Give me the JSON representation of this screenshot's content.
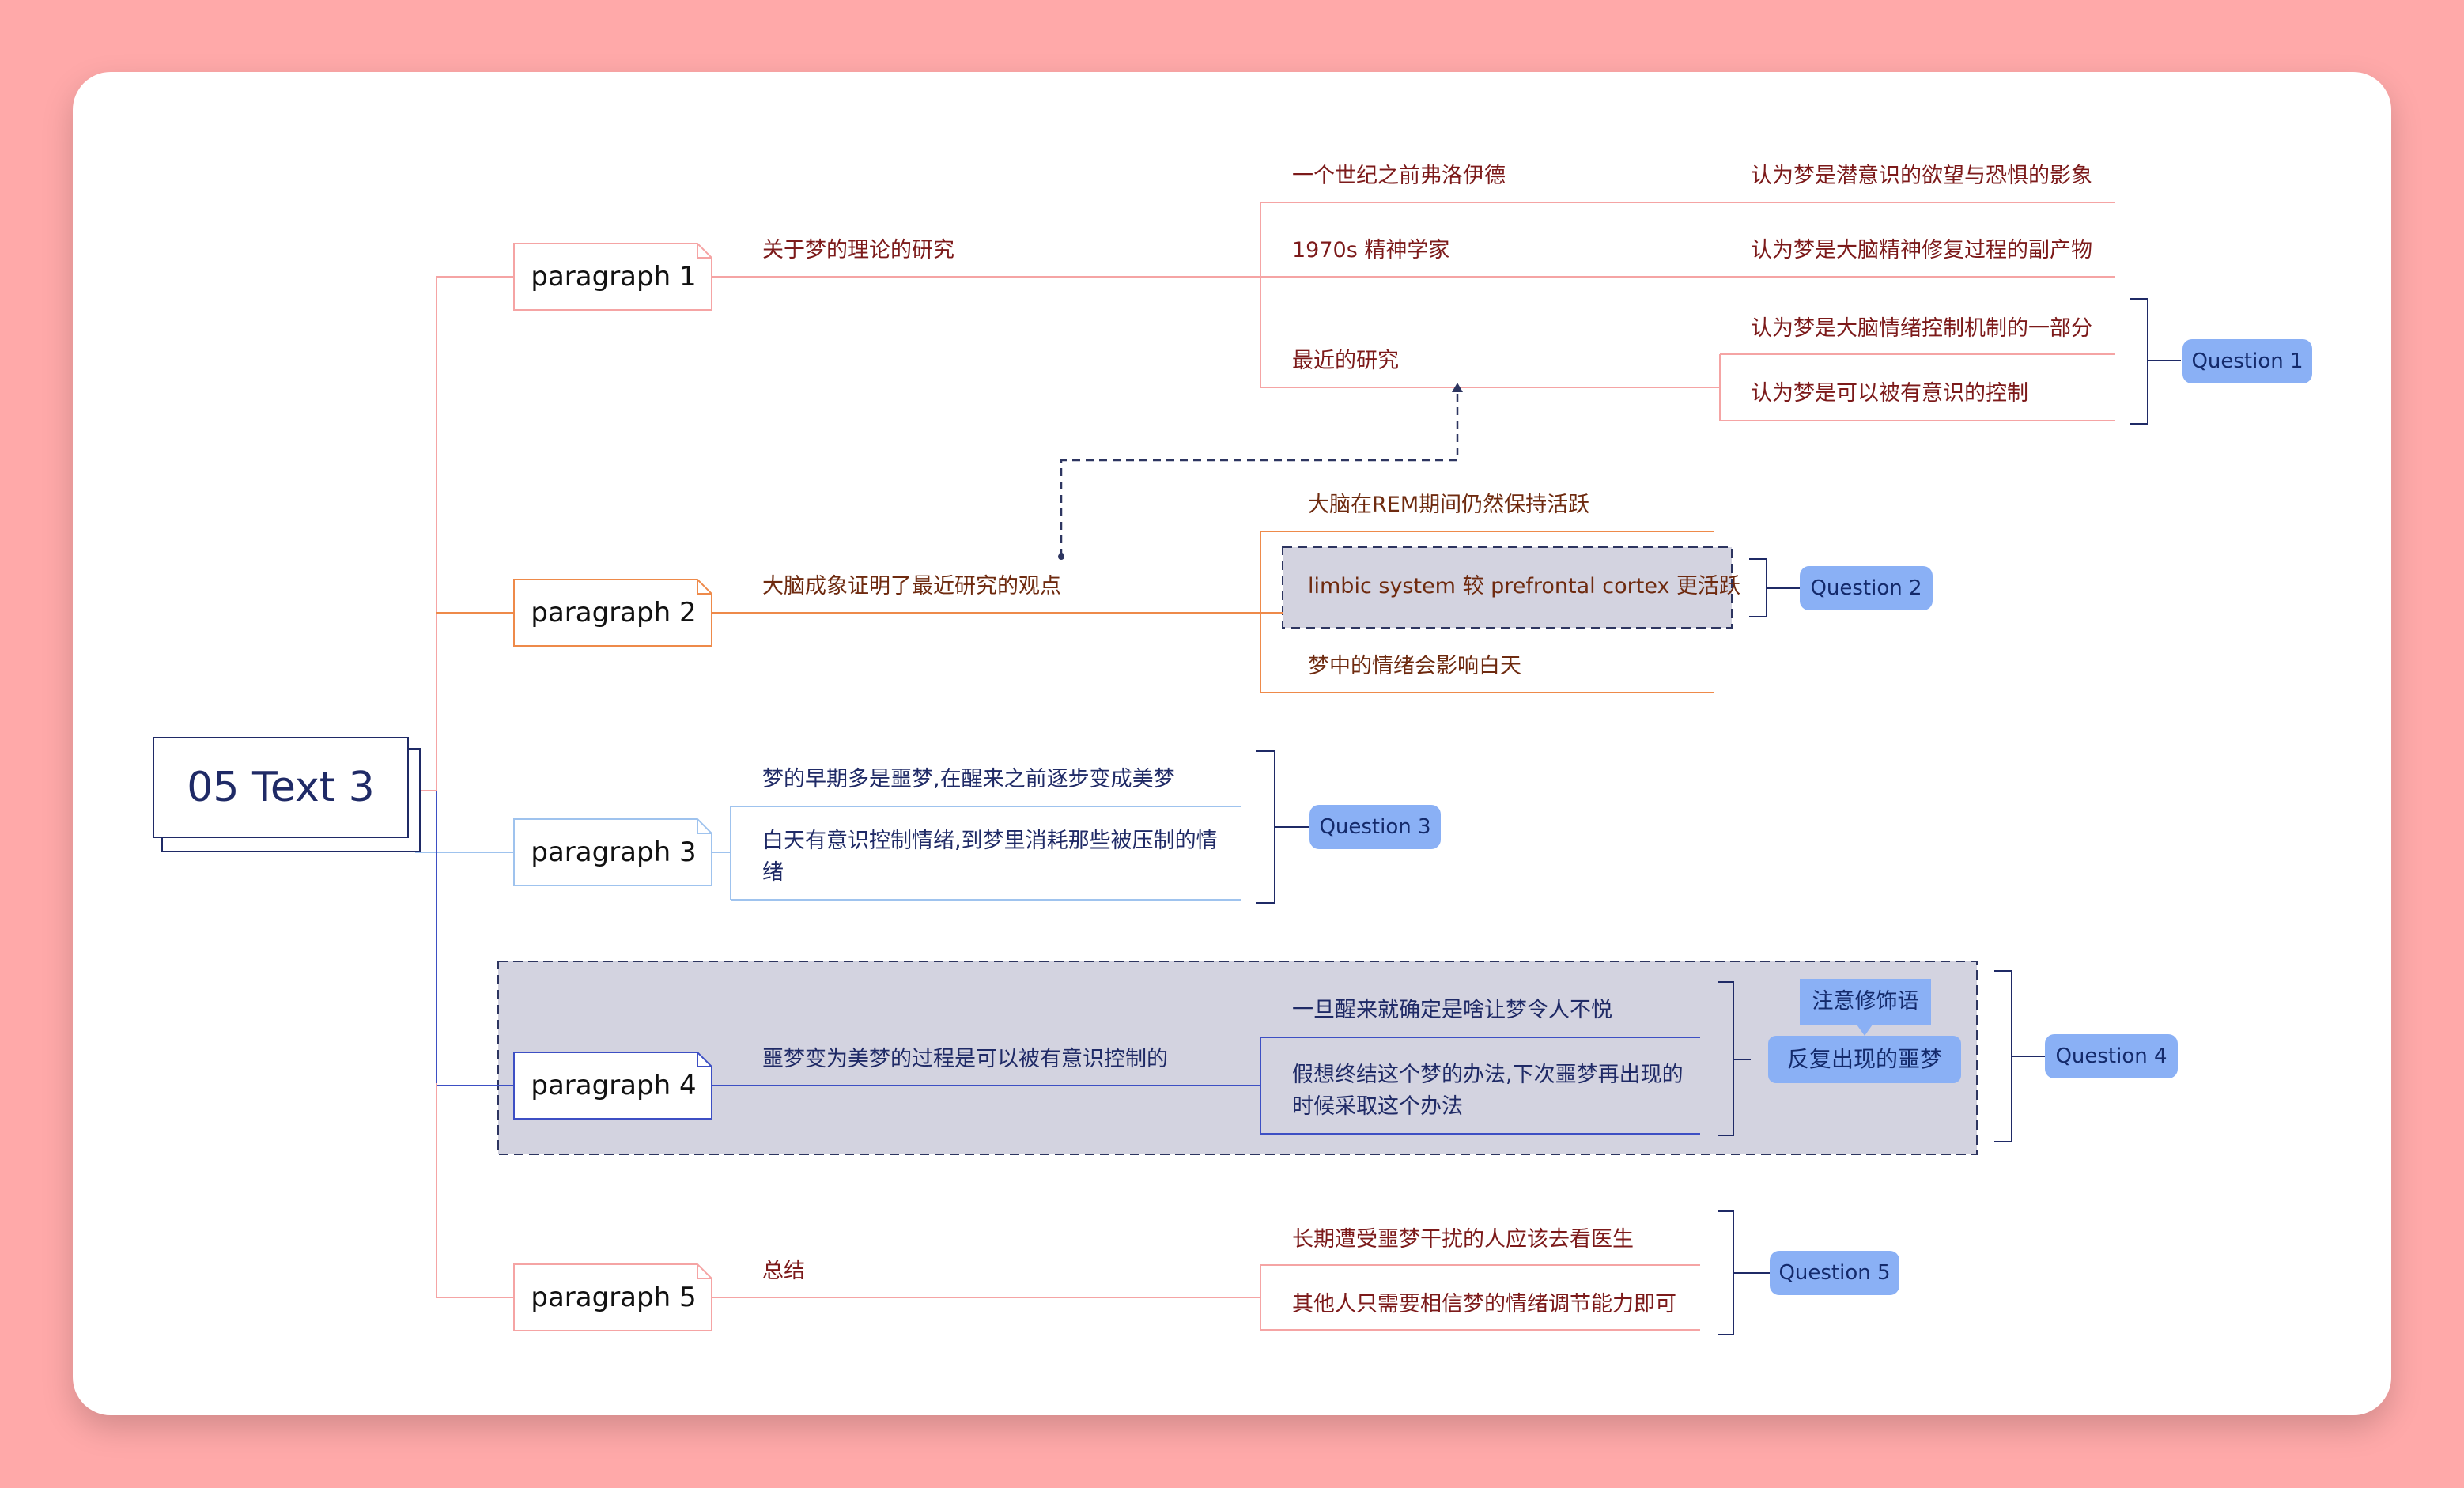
{
  "root": {
    "title": "05 Text 3"
  },
  "paragraphs": [
    {
      "label": "paragraph 1",
      "summary": "关于梦的理论的研究"
    },
    {
      "label": "paragraph 2",
      "summary": "大脑成象证明了最近研究的观点"
    },
    {
      "label": "paragraph 3"
    },
    {
      "label": "paragraph 4",
      "summary": "噩梦变为美梦的过程是可以被有意识控制的"
    },
    {
      "label": "paragraph 5",
      "summary": "总结"
    }
  ],
  "p1": {
    "items": [
      {
        "who": "一个世纪之前弗洛伊德",
        "view": "认为梦是潜意识的欲望与恐惧的影象"
      },
      {
        "who": "1970s 精神学家",
        "view": "认为梦是大脑精神修复过程的副产物"
      },
      {
        "who": "最近的研究"
      }
    ],
    "recent_views": [
      "认为梦是大脑情绪控制机制的一部分",
      "认为梦是可以被有意识的控制"
    ]
  },
  "p2": {
    "items": [
      "大脑在REM期间仍然保持活跃",
      "limbic system 较 prefrontal cortex 更活跃",
      "梦中的情绪会影响白天"
    ]
  },
  "p3": {
    "items": [
      "梦的早期多是噩梦,在醒来之前逐步变成美梦",
      "白天有意识控制情绪,到梦里消耗那些被压制的情绪"
    ]
  },
  "p4": {
    "items": [
      "一旦醒来就确定是啥让梦令人不悦",
      "假想终结这个梦的办法,下次噩梦再出现的时候采取这个办法"
    ],
    "note": "注意修饰语",
    "highlight": "反复出现的噩梦"
  },
  "p5": {
    "items": [
      "长期遭受噩梦干扰的人应该去看医生",
      "其他人只需要相信梦的情绪调节能力即可"
    ]
  },
  "questions": [
    "Question 1",
    "Question 2",
    "Question 3",
    "Question 4",
    "Question 5"
  ],
  "colors": {
    "background": "#ffa9a9",
    "p1": "#f5a4a4",
    "p2": "#ee8a4a",
    "p3": "#9fc3ee",
    "p4": "#3d4fc4",
    "p5": "#f5a4a4",
    "navy": "#1f2a66",
    "question": "#8ab0f5",
    "highlight_fill": "#d3d3e0"
  }
}
